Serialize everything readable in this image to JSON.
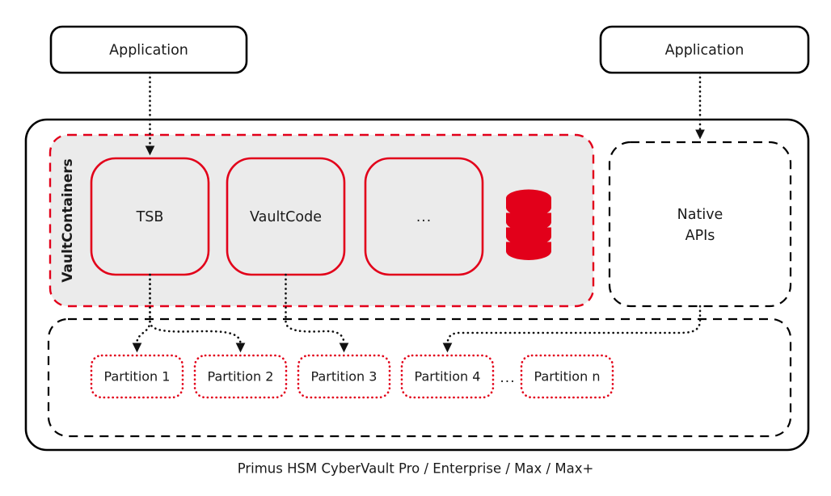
{
  "diagram": {
    "caption": "Primus HSM CyberVault Pro / Enterprise / Max / Max+",
    "vault_container_label": "VaultContainers",
    "applications": [
      {
        "label": "Application"
      },
      {
        "label": "Application"
      }
    ],
    "vault_modules": [
      {
        "label": "TSB"
      },
      {
        "label": "VaultCode"
      },
      {
        "label": "..."
      }
    ],
    "database_icon": "database-cylinder-icon",
    "native_apis": {
      "line1": "Native",
      "line2": "APIs"
    },
    "partitions": [
      {
        "label": "Partition 1"
      },
      {
        "label": "Partition 2"
      },
      {
        "label": "Partition 3"
      },
      {
        "label": "Partition 4"
      },
      {
        "label": "Partition n"
      }
    ],
    "partition_ellipsis": "...",
    "colors": {
      "accent_red": "#e2001a",
      "container_fill": "#ebebeb",
      "line_black": "#111111",
      "page_background": "#ffffff"
    }
  }
}
